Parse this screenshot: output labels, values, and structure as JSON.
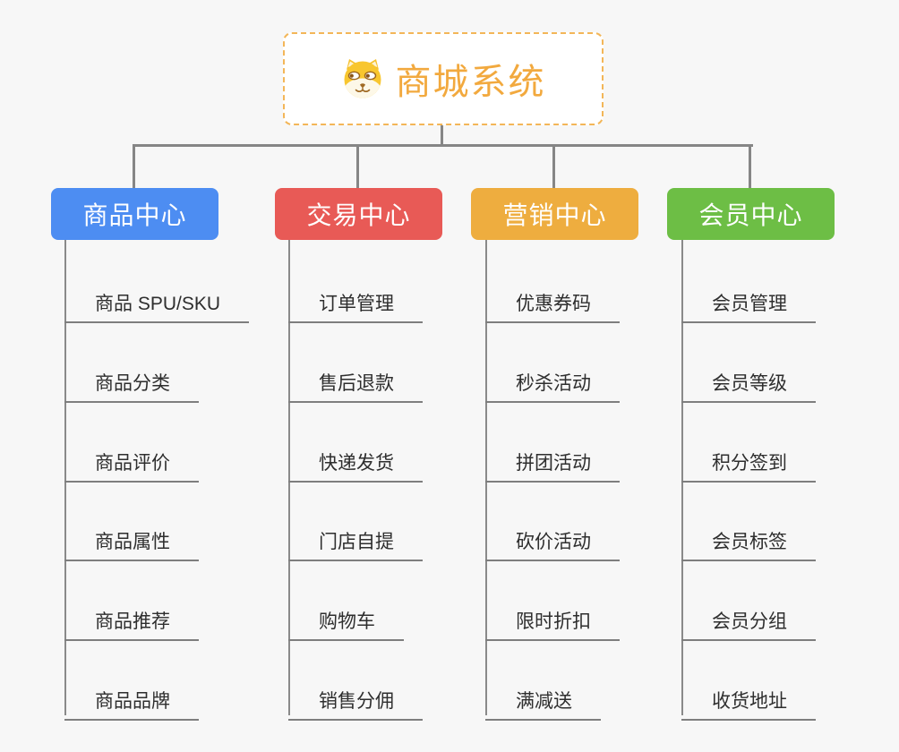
{
  "root": {
    "title": "商城系统",
    "icon": "doge-icon",
    "border_color": "#f3b658",
    "title_color": "#f2a93e"
  },
  "branches": [
    {
      "label": "商品中心",
      "color": "#4d8df2",
      "children": [
        "商品 SPU/SKU",
        "商品分类",
        "商品评价",
        "商品属性",
        "商品推荐",
        "商品品牌"
      ]
    },
    {
      "label": "交易中心",
      "color": "#e85a56",
      "children": [
        "订单管理",
        "售后退款",
        "快递发货",
        "门店自提",
        "购物车",
        "销售分佣"
      ]
    },
    {
      "label": "营销中心",
      "color": "#eead3f",
      "children": [
        "优惠券码",
        "秒杀活动",
        "拼团活动",
        "砍价活动",
        "限时折扣",
        "满减送"
      ]
    },
    {
      "label": "会员中心",
      "color": "#6dbe45",
      "children": [
        "会员管理",
        "会员等级",
        "积分签到",
        "会员标签",
        "会员分组",
        "收货地址"
      ]
    }
  ],
  "colors": {
    "background": "#f7f7f7",
    "connector": "#868686",
    "child_text": "#2e2e2e",
    "child_underline": "#7e7e7e"
  }
}
